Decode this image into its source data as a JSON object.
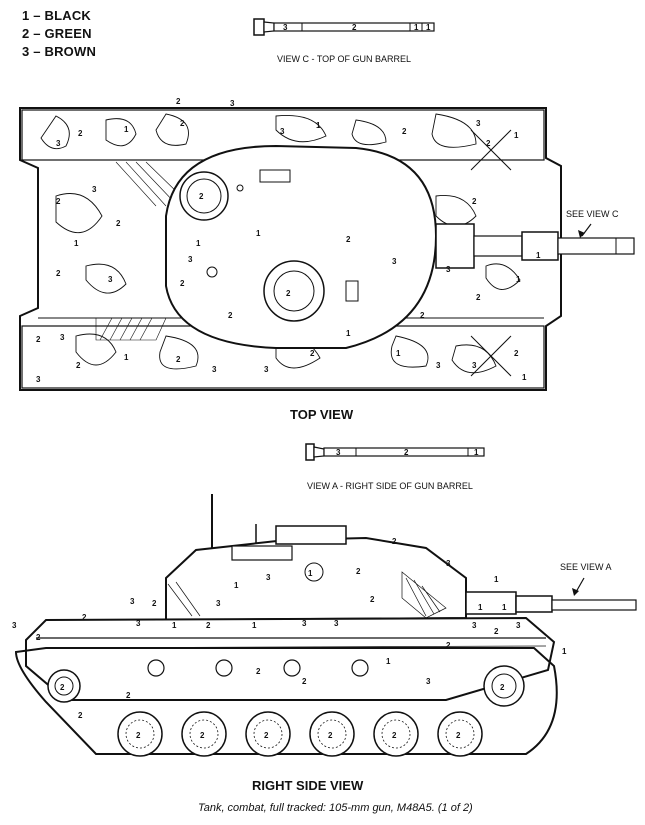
{
  "legend": [
    {
      "number": "1",
      "color": "BLACK"
    },
    {
      "number": "2",
      "color": "GREEN"
    },
    {
      "number": "3",
      "color": "BROWN"
    }
  ],
  "view_c": {
    "label": "VIEW C - TOP OF GUN BARREL",
    "callout": "SEE VIEW C",
    "bands": [
      "3",
      "2",
      "1",
      "1"
    ]
  },
  "view_a": {
    "label": "VIEW A - RIGHT SIDE OF GUN BARREL",
    "callout": "SEE VIEW A",
    "bands": [
      "3",
      "2",
      "1"
    ]
  },
  "top_view": {
    "title": "TOP VIEW"
  },
  "side_view": {
    "title": "RIGHT SIDE VIEW"
  },
  "caption": "Tank, combat, full tracked: 105-mm gun, M48A5. (1 of 2)",
  "colors": {
    "ink": "#111111",
    "paper": "#ffffff"
  }
}
